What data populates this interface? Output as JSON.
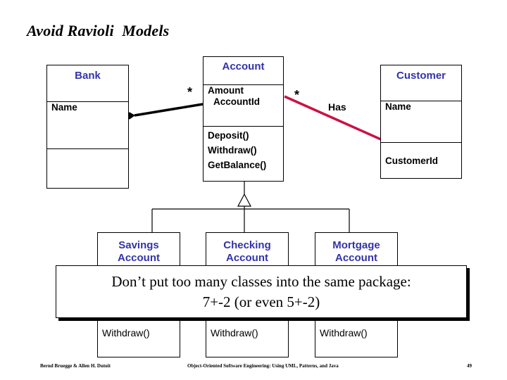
{
  "slide": {
    "title": "Avoid Ravioli  Models",
    "background": "#ffffff",
    "class_title_color": "#3333AA",
    "association_color": "#000000",
    "highlight_association_color": "#CC1144"
  },
  "classes": {
    "bank": {
      "name": "Bank",
      "attributes": [
        "Name"
      ],
      "operations": []
    },
    "account": {
      "name": "Account",
      "attributes": [
        "Amount",
        "AccountId"
      ],
      "operations": [
        "Deposit()",
        "Withdraw()",
        "GetBalance()"
      ]
    },
    "customer": {
      "name": "Customer",
      "attributes": [
        "Name"
      ],
      "operations": [
        "CustomerId"
      ]
    },
    "savings": {
      "name": "Savings\nAccount",
      "attributes": [],
      "operations": [
        "Withdraw()"
      ]
    },
    "checking": {
      "name": "Checking\nAccount",
      "attributes": [],
      "operations": [
        "Withdraw()"
      ]
    },
    "mortgage": {
      "name": "Mortgage\nAccount",
      "attributes": [],
      "operations": [
        "Withdraw()"
      ]
    }
  },
  "associations": {
    "bank_account_multiplicity": "*",
    "account_customer_multiplicity": "*",
    "has_label": "Has"
  },
  "callout": {
    "line1": "Don’t put too many classes into the same package:",
    "line2": "7+-2 (or even 5+-2)"
  },
  "footer": {
    "authors": "Bernd Bruegge & Allen H. Dutoit",
    "book": "Object-Oriented Software Engineering: Using UML, Patterns, and Java",
    "page": "49"
  }
}
